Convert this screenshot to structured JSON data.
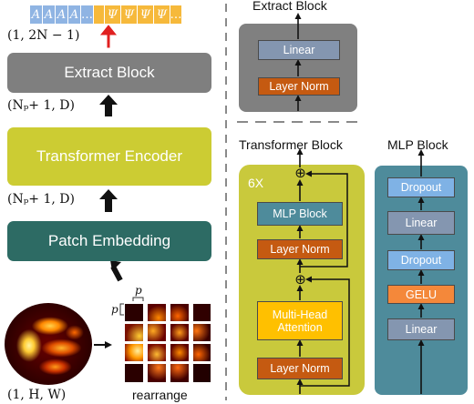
{
  "left": {
    "token_sequence": {
      "a_tokens": [
        "A",
        "A",
        "A",
        "A"
      ],
      "a_ellipsis": "…",
      "psi_tokens": [
        "Ψ",
        "Ψ",
        "Ψ",
        "Ψ"
      ],
      "psi_ellipsis": "…",
      "colors": {
        "a": "#8fb4e3",
        "psi": "#f6b93b"
      }
    },
    "output_shape": "(1, 2N − 1)",
    "extract_block": {
      "label": "Extract Block",
      "color": "#7f7f7f"
    },
    "shape_after_encoder": "(Nₚ+ 1, D)",
    "transformer_encoder": {
      "label": "Transformer Encoder",
      "color": "#cccc33"
    },
    "shape_after_embedding": "(Nₚ+ 1, D)",
    "patch_embedding": {
      "label": "Patch Embedding",
      "color": "#2d6b64"
    },
    "input_shape": "(1, H, W)",
    "rearrange_label": "rearrange",
    "patch_size_labels": [
      "p",
      "p"
    ]
  },
  "extract_detail": {
    "title": "Extract Block",
    "linear": "Linear",
    "layer_norm": "Layer Norm"
  },
  "transformer_detail": {
    "title": "Transformer Block",
    "repeat": "6X",
    "mlp_block": "MLP Block",
    "layer_norm_top": "Layer Norm",
    "attention": "Multi-Head Attention",
    "layer_norm_bottom": "Layer Norm",
    "add_symbol": "⊕"
  },
  "mlp_detail": {
    "title": "MLP Block",
    "layers": [
      "Dropout",
      "Linear",
      "Dropout",
      "GELU",
      "Linear"
    ]
  },
  "colors": {
    "linear": "#8496b0",
    "layer_norm": "#c55a11",
    "mlp_block_box": "#4e8b9b",
    "attention": "#ffc000",
    "dropout": "#7fb2e5",
    "gelu": "#f4883a",
    "red_arrow": "#e02020"
  }
}
